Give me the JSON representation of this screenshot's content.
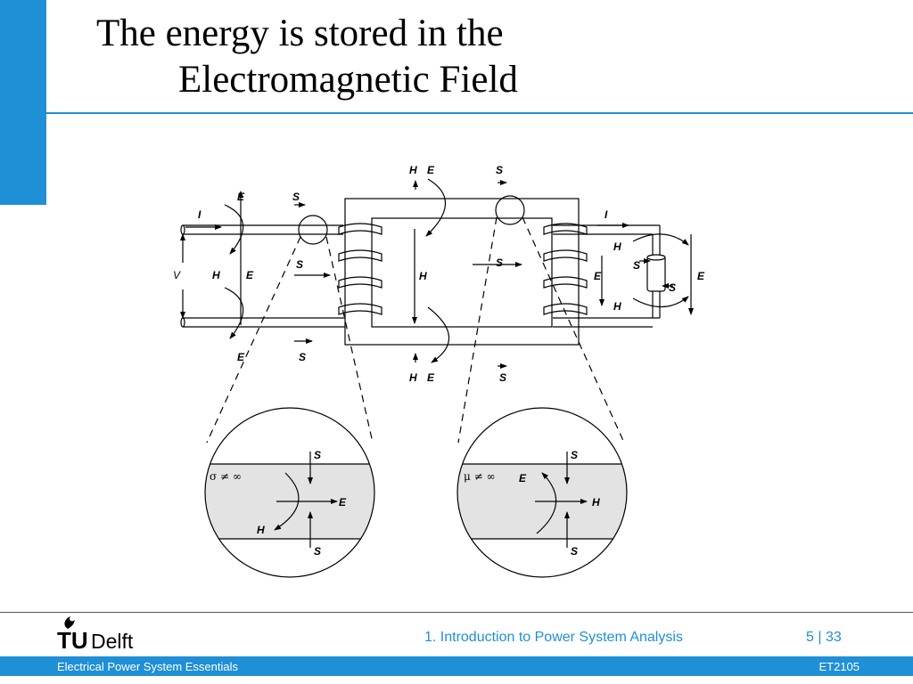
{
  "slide": {
    "title_line1": "The energy is stored in the",
    "title_line2": "Electromagnetic Field",
    "chapter": "1. Introduction to Power System Analysis",
    "page": "5 | 33",
    "course": "Electrical Power System Essentials",
    "code": "ET2105"
  },
  "logo": {
    "name": "TU Delft",
    "text_tu": "TU",
    "text_delft": "Delft",
    "icon": "flame-icon"
  },
  "diagram": {
    "labels": {
      "E": "E",
      "S": "S",
      "H": "H",
      "I": "I",
      "V": "V",
      "sigma": "σ ≠ ∞",
      "mu": "μ ≠ ∞"
    }
  },
  "colors": {
    "accent": "#1f8fd6",
    "text": "#000000",
    "inset_fill": "#e3e3e3"
  }
}
